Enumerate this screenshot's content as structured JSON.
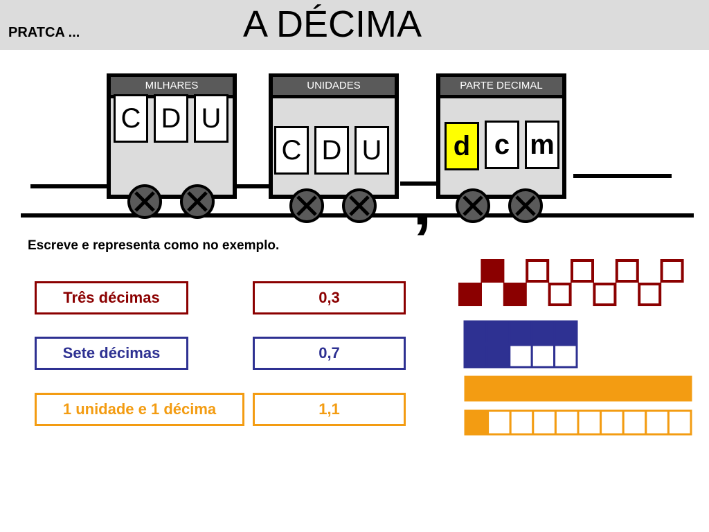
{
  "header": {
    "subtitle": "PRATCA ...",
    "title": "A DÉCIMA"
  },
  "train": {
    "cars": [
      {
        "label": "MILHARES",
        "slots": [
          "C",
          "D",
          "U"
        ]
      },
      {
        "label": "UNIDADES",
        "slots": [
          "C",
          "D",
          "U"
        ]
      },
      {
        "label": "PARTE DECIMAL",
        "slots": [
          "d",
          "c",
          "m"
        ],
        "highlighted_slot": "d"
      }
    ],
    "separator": ","
  },
  "instruction": "Escreve e representa como no exemplo.",
  "rows": [
    {
      "words": "Três décimas",
      "number": "0,3",
      "color": "#8b0000",
      "filled_tenths": 3
    },
    {
      "words": "Sete décimas",
      "number": "0,7",
      "color": "#2e3192",
      "filled_tenths": 7
    },
    {
      "words": "1 unidade e 1 décima",
      "number": "1,1",
      "color": "#f39c12",
      "filled_tenths": 11
    }
  ],
  "colors": {
    "header_bg": "#dcdcdc",
    "car_body": "#dcdcdc",
    "label_bg": "#5a5a5a",
    "highlight": "#ffff00"
  }
}
